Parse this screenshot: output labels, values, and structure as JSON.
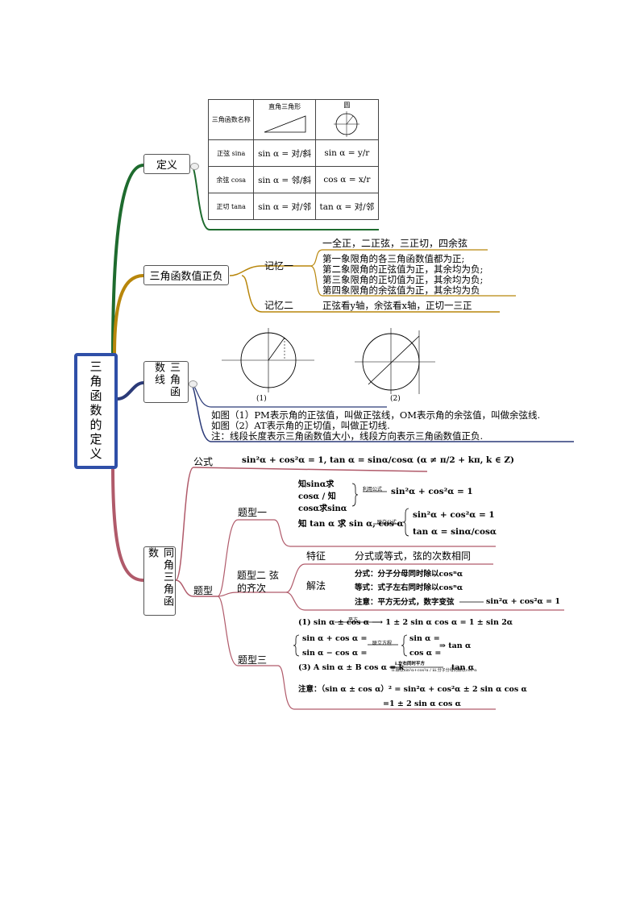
{
  "root": {
    "label": "三角函数的定义"
  },
  "branches": {
    "def": {
      "label": "定义"
    },
    "sign": {
      "label": "三角函数值正负"
    },
    "line": {
      "label": "三角函数线"
    },
    "same": {
      "label": "同角三角函数"
    }
  },
  "def_table": {
    "header": [
      "三角函数名称",
      "直角三角形",
      "圆"
    ],
    "rows": [
      {
        "name": "正弦 sina",
        "tri": "sin α = 对/斜",
        "circle": "sin α = y/r"
      },
      {
        "name": "余弦 cosa",
        "tri": "sin α = 邻/斜",
        "circle": "cos α = x/r"
      },
      {
        "name": "正切 tana",
        "tri": "sin α = 对/邻",
        "circle": "tan α = 对/邻"
      }
    ]
  },
  "sign": {
    "memo1_label": "记忆一",
    "memo1_lines": [
      "一全正，二正弦，三正切，四余弦",
      "第一象限角的各三角函数值都为正;",
      "第二象限角的正弦值为正，其余均为负;",
      "第三象限角的正切值为正，其余均为负;",
      "第四象限角的余弦值为正，其余均为负"
    ],
    "memo2_label": "记忆二",
    "memo2_line": "正弦看y轴，余弦看x轴，正切一三正"
  },
  "line": {
    "fig1_label": "(1)",
    "fig2_label": "(2)",
    "notes": [
      "如图（1）PM表示角的正弦值，叫做正弦线，OM表示角的余弦值，叫做余弦线.",
      "如图（2）AT表示角的正切值，叫做正切线.",
      "注：线段长度表示三角函数值大小，线段方向表示三角函数值正负."
    ]
  },
  "same": {
    "formula_label": "公式",
    "formula": "sin²α + cos²α = 1, tan α = sinα/cosα (α ≠ π/2 + kπ, k ∈ Z)",
    "types_label": "题型",
    "type1_label": "题型一",
    "type1_a": "知sinα求cosα / 知cosα求sinα",
    "type1_a_arrow": "利用公式",
    "type1_a_res": "sin²α + cos²α = 1",
    "type1_b": "知 tan α 求 sin α, cos α",
    "type1_b_arrow": "联立公式",
    "type1_b_res1": "sin²α + cos²α = 1",
    "type1_b_res2": "tan α = sinα/cosα",
    "type2_label": "题型二 弦的齐次",
    "type2_feature_label": "特征",
    "type2_feature": "分式或等式，弦的次数相同",
    "type2_method_label": "解法",
    "type2_m1": "分式：分子分母同时除以cosⁿα",
    "type2_m2": "等式：式子左右同时除以cosⁿα",
    "type2_m3": "注意：平方无分式，数字变弦",
    "type2_m3_res": "sin²α + cos²α = 1",
    "type3_label": "题型三",
    "type3_1": "(1) sin α ± cos α ⟶ 1 ± 2 sin α cos α = 1 ± sin 2α",
    "type3_1_arrow": "平方",
    "type3_2_top": "sin α + cos α =",
    "type3_2_bot": "sin α − cos α =",
    "type3_2_arrow": "联立方程",
    "type3_2_res_top": "sin α =",
    "type3_2_res_bot": "cos α =",
    "type3_2_final": "⇒ tan α",
    "type3_3": "(3) A sin α ± B cos α = k",
    "type3_3_arrow_top": "i.左右同时平方",
    "type3_3_arrow_bot": "ii.除以sin²α+cos²α / iii.分子分母同除以cos²α",
    "type3_3_res": "tan α",
    "type3_note1": "注意：（sin α ± cos α）² = sin²α + cos²α ± 2 sin α cos α",
    "type3_note2": "=1 ± 2 sin α cos α"
  }
}
